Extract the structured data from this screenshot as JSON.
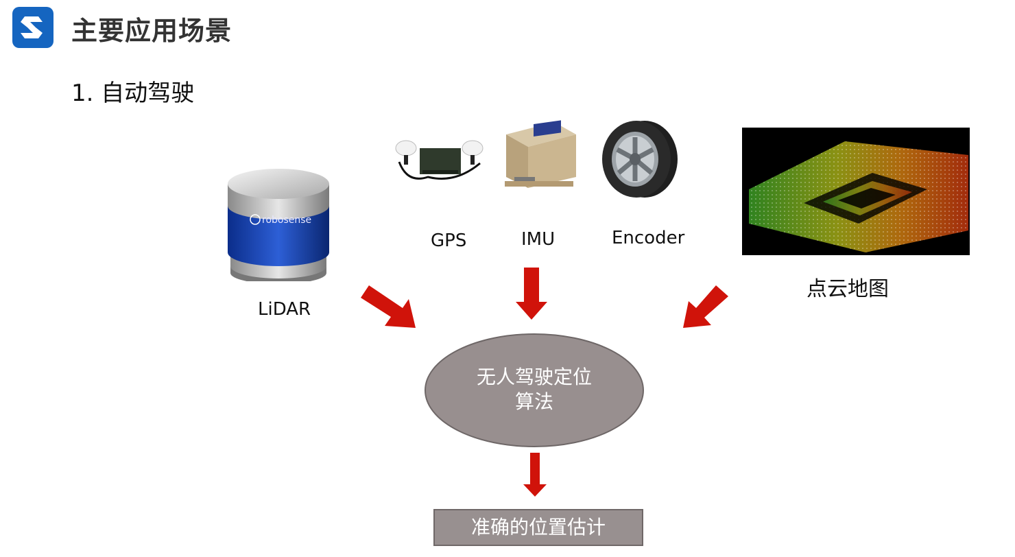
{
  "header": {
    "title": "主要应用场景"
  },
  "section": {
    "title": "1. 自动驾驶"
  },
  "sensors": {
    "lidar": "LiDAR",
    "gps": "GPS",
    "imu": "IMU",
    "encoder": "Encoder",
    "pointcloud": "点云地图"
  },
  "lidar_brand": "robosense",
  "algorithm": {
    "line1": "无人驾驶定位",
    "line2": "算法"
  },
  "output": "准确的位置估计",
  "colors": {
    "arrow": "#d0130a",
    "node": "#988f8f",
    "brand": "#1565c0"
  }
}
